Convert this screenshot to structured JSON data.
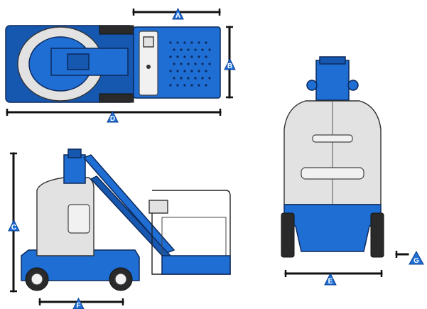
{
  "dimensions": {
    "A": "A",
    "B": "B",
    "C": "C",
    "D": "D",
    "E": "E",
    "F": "F",
    "G": "G"
  },
  "colors": {
    "machine_blue": "#1f6ed4",
    "badge_blue": "#1e6fd6",
    "dimension_line": "#111111",
    "body_grey": "#e2e2e2"
  },
  "views": [
    "top-view",
    "side-view",
    "rear-view"
  ]
}
